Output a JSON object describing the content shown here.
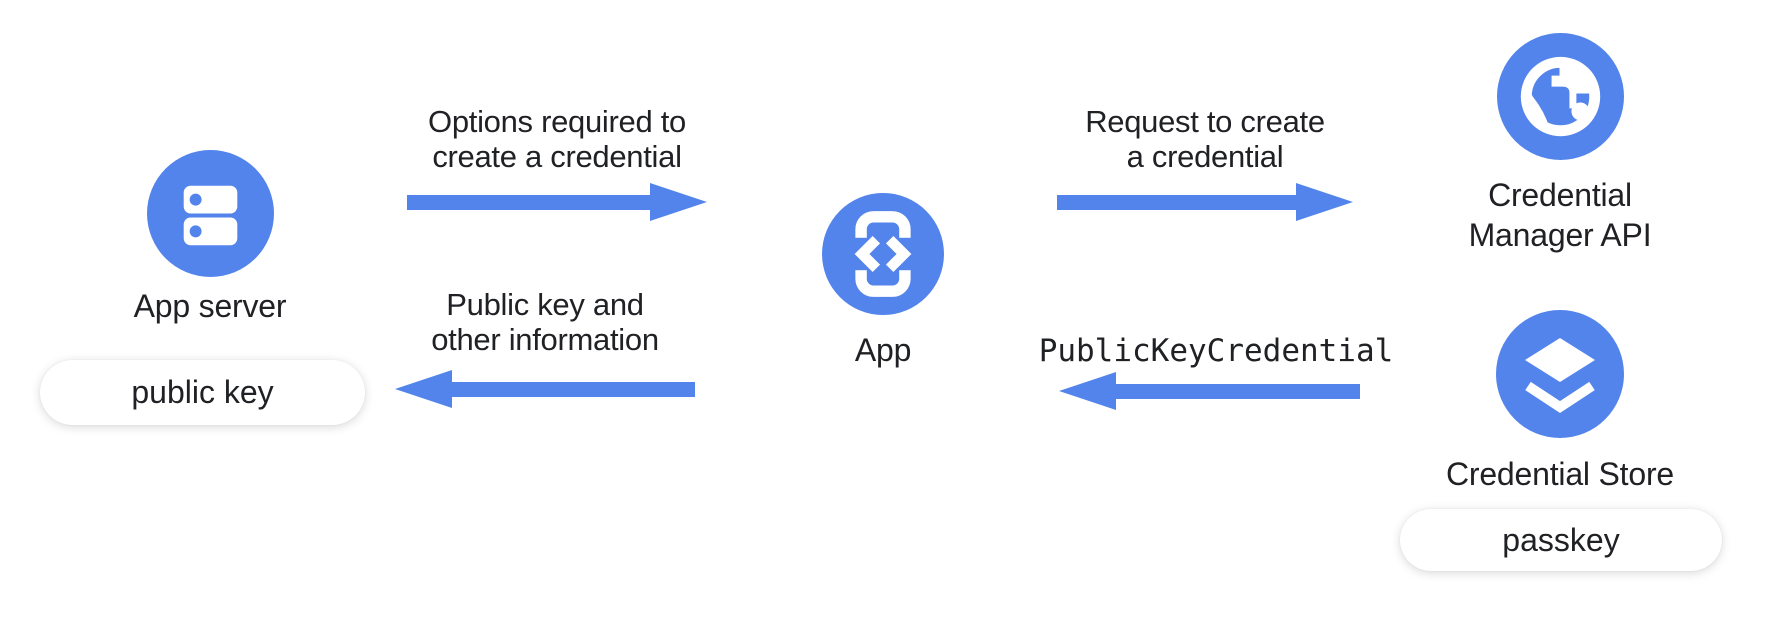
{
  "colors": {
    "accent": "#5384EC",
    "text": "#202124",
    "bg": "#FFFFFF",
    "pill_bg": "#FFFFFF"
  },
  "nodes": {
    "app_server": {
      "label": "App server",
      "icon": "server-icon",
      "badge": "public key"
    },
    "app": {
      "label": "App",
      "icon": "phone-code-icon"
    },
    "credential_manager_api": {
      "label_line1": "Credential",
      "label_line2": "Manager API",
      "icon": "globe-icon"
    },
    "credential_store": {
      "label": "Credential Store",
      "icon": "layers-icon",
      "badge": "passkey"
    }
  },
  "flows": {
    "create_options": {
      "label_line1": "Options required to",
      "label_line2": "create a credential",
      "direction": "right",
      "from": "App server",
      "to": "App"
    },
    "create_request": {
      "label_line1": "Request to create",
      "label_line2": "a credential",
      "direction": "right",
      "from": "App",
      "to": "Credential Manager API"
    },
    "public_key_return": {
      "label_line1": "Public key and",
      "label_line2": "other information",
      "direction": "left",
      "from": "App",
      "to": "App server"
    },
    "public_key_credential": {
      "label": "PublicKeyCredential",
      "direction": "left",
      "from": "Credential Store",
      "to": "App"
    }
  }
}
